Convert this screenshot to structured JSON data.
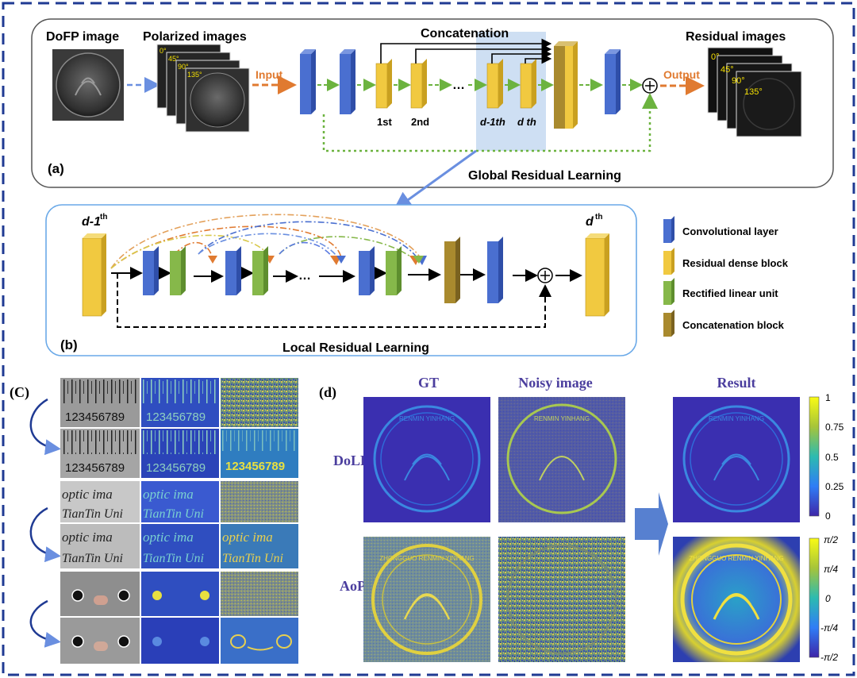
{
  "panel_a": {
    "tag": "(a)",
    "dofp_label": "DoFP image",
    "polarized_label": "Polarized images",
    "concat_label": "Concatenation",
    "residual_label": "Residual images",
    "input_label": "Input",
    "output_label": "Output",
    "global_label": "Global Residual Learning",
    "angles": [
      "0°",
      "45°",
      "90°",
      "135°"
    ],
    "block_labels": {
      "first": "1st",
      "second": "2nd",
      "dots": "…",
      "dm1": "d-1th",
      "d": "d th"
    }
  },
  "panel_b": {
    "tag": "(b)",
    "dm1_label": "d-1",
    "dm1_sup": "th",
    "d_label": "d",
    "d_sup": "th",
    "dots": "…",
    "local_label": "Local Residual Learning"
  },
  "legend": [
    {
      "label": "Convolutional layer",
      "color": "#4a6fd0"
    },
    {
      "label": "Residual dense block",
      "color": "#f1c940"
    },
    {
      "label": "Rectified linear unit",
      "color": "#86b84a"
    },
    {
      "label": "Concatenation block",
      "color": "#a98a2e"
    }
  ],
  "panel_c": {
    "tag": "(C)",
    "ruler_digits": "123456789",
    "text_line1": "optic ima",
    "text_line2": "TianTin Uni"
  },
  "panel_d": {
    "tag": "(d)",
    "col_gt": "GT",
    "col_noisy": "Noisy image",
    "col_result": "Result",
    "row_dolp": "DoLP",
    "row_aop": "AoP",
    "coin_text": "RENMIN YINHANG",
    "coin_text2": "ZHONGGUO RENMIN YINHANG",
    "colorbar_dolp_ticks": [
      "1",
      "0.75",
      "0.5",
      "0.25",
      "0"
    ],
    "colorbar_aop_ticks": [
      "π/2",
      "π/4",
      "0",
      "-π/4",
      "-π/2"
    ]
  },
  "colors": {
    "border_blue": "#1f3a93",
    "conv": "#4a6fd0",
    "rdb": "#f1c940",
    "relu": "#86b84a",
    "concat": "#a98a2e",
    "arrow_green": "#6cb33f",
    "arrow_orange": "#e07a30",
    "arrow_blue": "#6a8fe0",
    "header_purple": "#4b3e9e"
  }
}
